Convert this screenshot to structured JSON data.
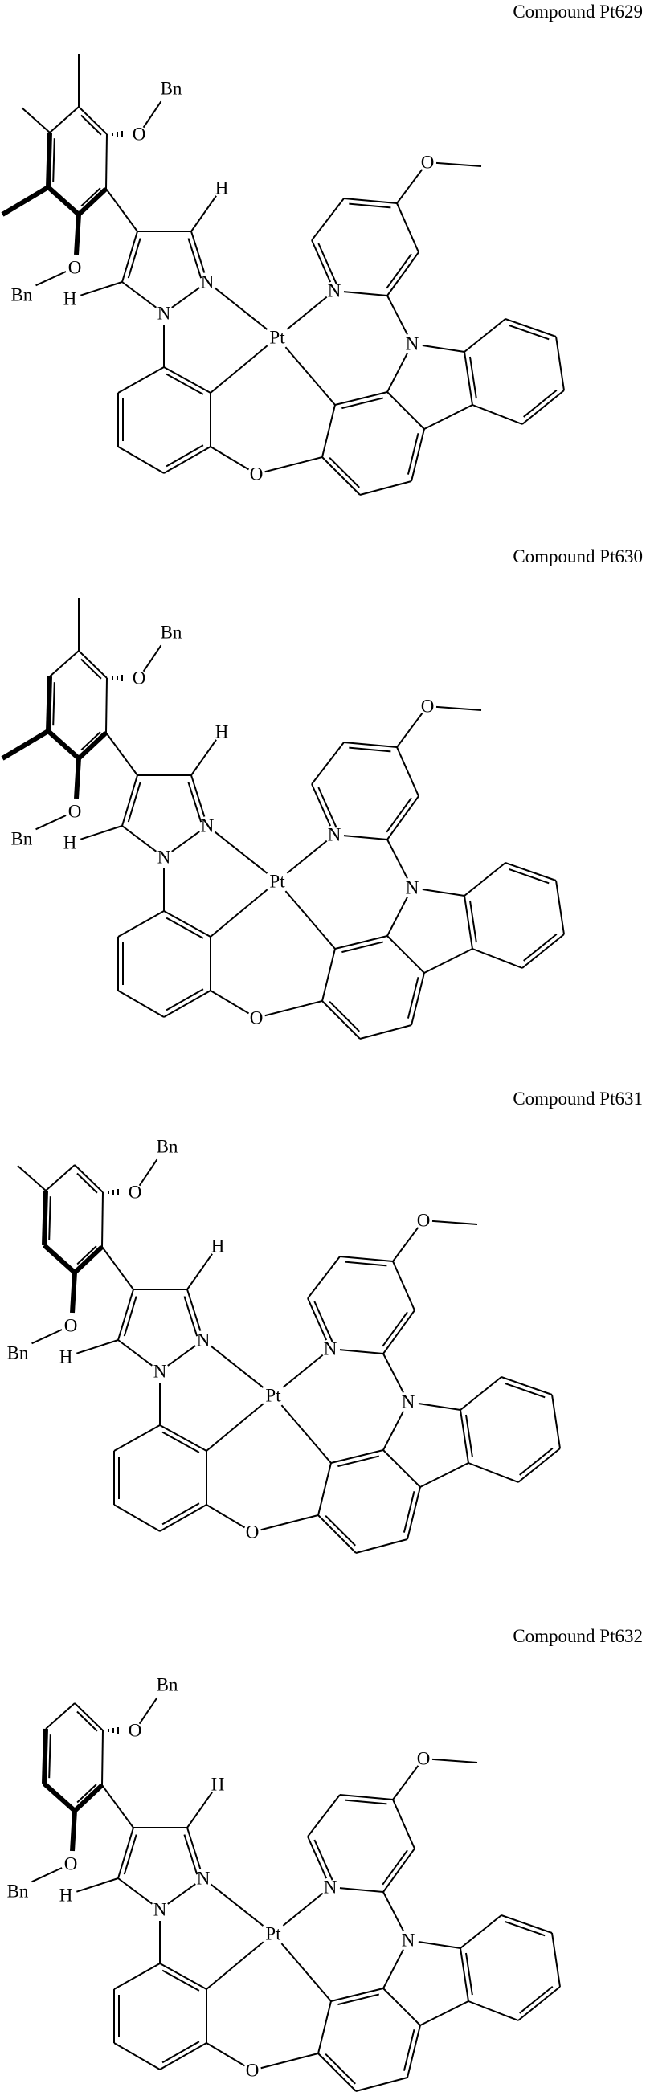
{
  "page": {
    "background": "#ffffff",
    "ink": "#000000"
  },
  "compounds": [
    {
      "title": "Compound Pt629",
      "substituents": {
        "top_methyl": true,
        "upper_left_methyl": true,
        "lower_left_bold_methyl": true
      },
      "labels": {
        "o_upper": "O",
        "bn_upper": "Bn",
        "o_lower": "O",
        "bn_lower": "Bn",
        "h_top": "H",
        "h_left": "H",
        "n1": "N",
        "n2": "N",
        "pt": "Pt",
        "n_pyridine": "N",
        "n_carbazole": "N",
        "o_bridge": "O",
        "o_methoxy": "O"
      }
    },
    {
      "title": "Compound Pt630",
      "substituents": {
        "top_methyl": true,
        "upper_left_methyl": false,
        "lower_left_bold_methyl": true
      },
      "labels": {
        "o_upper": "O",
        "bn_upper": "Bn",
        "o_lower": "O",
        "bn_lower": "Bn",
        "h_top": "H",
        "h_left": "H",
        "n1": "N",
        "n2": "N",
        "pt": "Pt",
        "n_pyridine": "N",
        "n_carbazole": "N",
        "o_bridge": "O",
        "o_methoxy": "O"
      }
    },
    {
      "title": "Compound Pt631",
      "substituents": {
        "top_methyl": false,
        "upper_left_methyl": true,
        "lower_left_bold_methyl": false
      },
      "labels": {
        "o_upper": "O",
        "bn_upper": "Bn",
        "o_lower": "O",
        "bn_lower": "Bn",
        "h_top": "H",
        "h_left": "H",
        "n1": "N",
        "n2": "N",
        "pt": "Pt",
        "n_pyridine": "N",
        "n_carbazole": "N",
        "o_bridge": "O",
        "o_methoxy": "O"
      }
    },
    {
      "title": "Compound Pt632",
      "substituents": {
        "top_methyl": false,
        "upper_left_methyl": false,
        "lower_left_bold_methyl": false
      },
      "labels": {
        "o_upper": "O",
        "bn_upper": "Bn",
        "o_lower": "O",
        "bn_lower": "Bn",
        "h_top": "H",
        "h_left": "H",
        "n1": "N",
        "n2": "N",
        "pt": "Pt",
        "n_pyridine": "N",
        "n_carbazole": "N",
        "o_bridge": "O",
        "o_methoxy": "O"
      }
    }
  ]
}
